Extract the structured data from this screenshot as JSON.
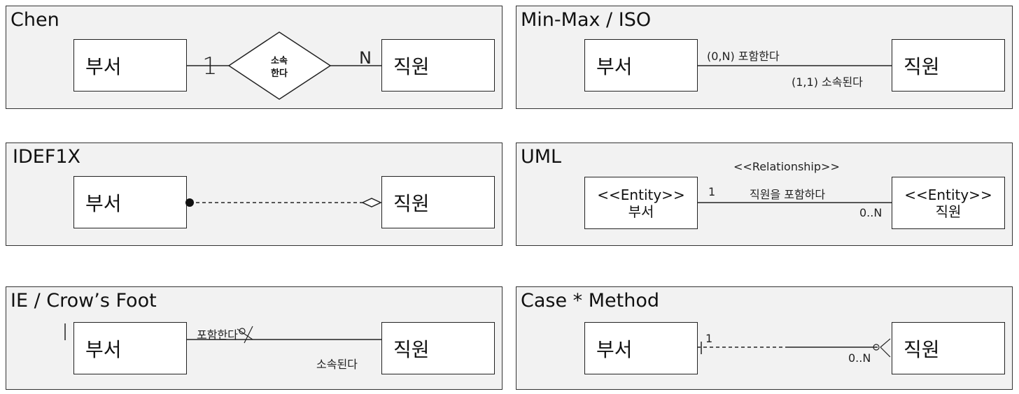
{
  "panels": {
    "chen": {
      "title": "Chen",
      "left_entity": "부서",
      "right_entity": "직원",
      "relationship_line1": "소속",
      "relationship_line2": "한다",
      "left_card": "1",
      "right_card": "N"
    },
    "minmax": {
      "title": "Min-Max / ISO",
      "left_entity": "부서",
      "right_entity": "직원",
      "top_label": "(0,N) 포함한다",
      "bottom_label": "(1,1) 소속된다"
    },
    "idef1x": {
      "title": "IDEF1X",
      "left_entity": "부서",
      "right_entity": "직원"
    },
    "uml": {
      "title": "UML",
      "stereotype": "<<Relationship>>",
      "left_stereo": "<<Entity>>",
      "left_entity": "부서",
      "right_stereo": "<<Entity>>",
      "right_entity": "직원",
      "left_mult": "1",
      "right_mult": "0..N",
      "rel_label": "직원을 포함하다"
    },
    "ie": {
      "title": "IE / Crow’s Foot",
      "left_entity": "부서",
      "right_entity": "직원",
      "top_label": "포함한다",
      "bottom_label": "소속된다"
    },
    "case": {
      "title": "Case * Method",
      "left_entity": "부서",
      "right_entity": "직원",
      "left_mult": "1",
      "right_mult": "0..N"
    }
  }
}
